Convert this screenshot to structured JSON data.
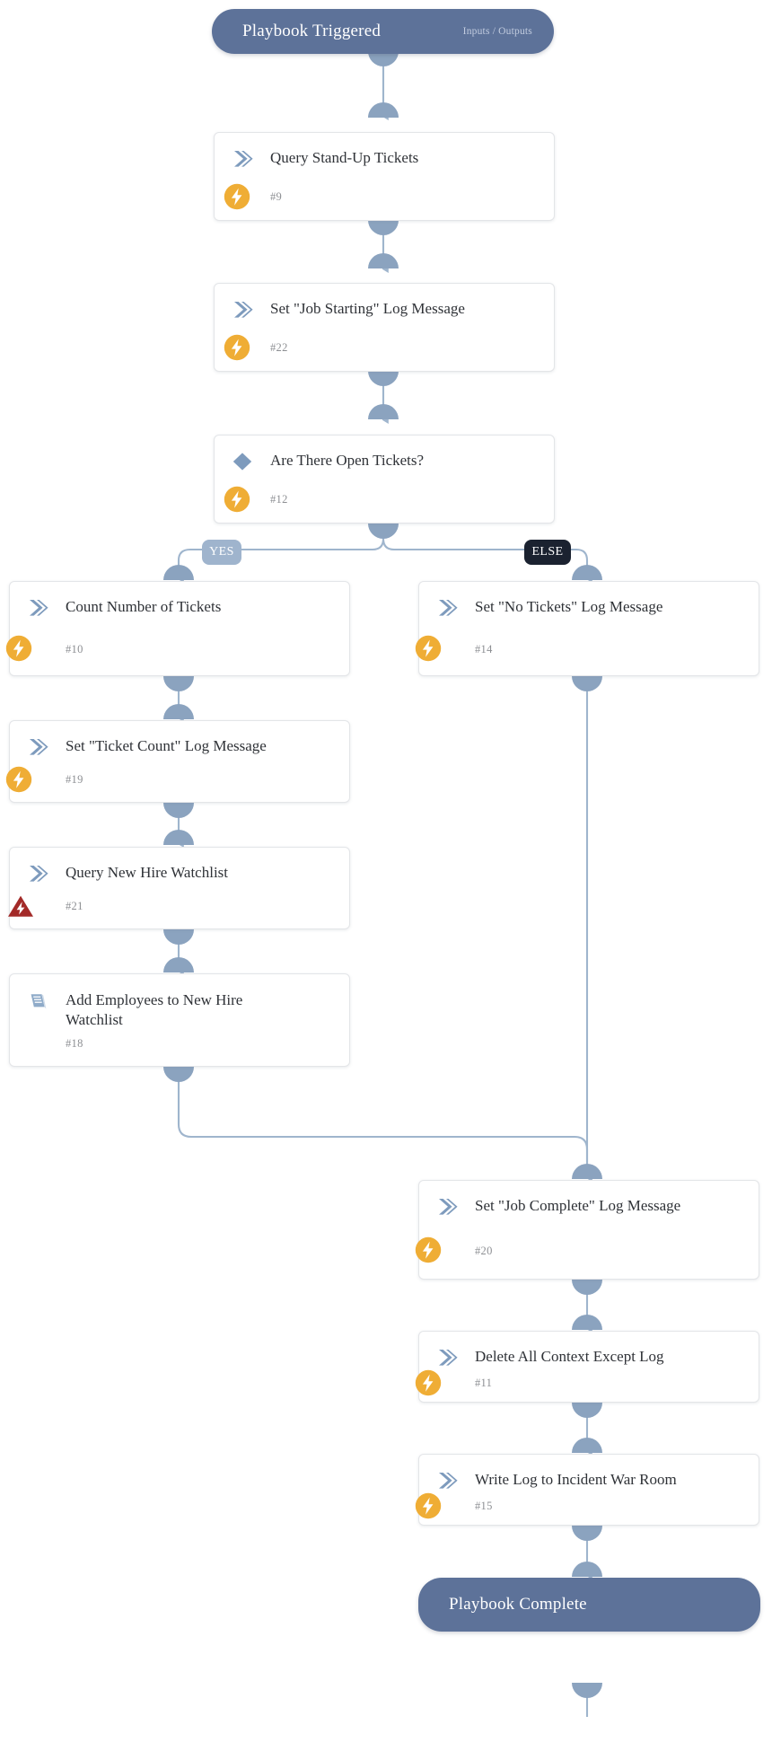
{
  "diagram": {
    "type": "playbook-flowchart",
    "colors": {
      "terminal_fill": "#5d7299",
      "terminal_text": "#ffffff",
      "terminal_subtext": "#c3cde0",
      "card_fill": "#ffffff",
      "card_border": "#e3e5e8",
      "card_title_text": "#2f3237",
      "card_id_text": "#8d8f93",
      "connector": "#8ba3bf",
      "icon_blue": "#7e9bbd",
      "badge_orange": "#efad35",
      "badge_red": "#a32a28",
      "branch_yes": "#9fb4cd",
      "branch_else": "#1b2230"
    },
    "start_node": {
      "title": "Playbook Triggered",
      "subtitle": "Inputs / Outputs"
    },
    "end_node": {
      "title": "Playbook Complete",
      "subtitle": ""
    },
    "branch_labels": {
      "yes": "YES",
      "else": "ELSE"
    },
    "nodes": [
      {
        "id": "#9",
        "title": "Query Stand-Up Tickets",
        "icon": "chevron-icon",
        "badge": "lightning-badge",
        "branch": "trunk"
      },
      {
        "id": "#22",
        "title": "Set \"Job Starting\" Log Message",
        "icon": "chevron-icon",
        "badge": "lightning-badge",
        "branch": "trunk"
      },
      {
        "id": "#12",
        "title": "Are There Open Tickets?",
        "icon": "diamond-icon",
        "badge": "lightning-badge",
        "branch": "trunk"
      },
      {
        "id": "#10",
        "title": "Count Number of Tickets",
        "icon": "chevron-icon",
        "badge": "lightning-badge",
        "branch": "yes"
      },
      {
        "id": "#19",
        "title": "Set \"Ticket Count\" Log Message",
        "icon": "chevron-icon",
        "badge": "lightning-badge",
        "branch": "yes"
      },
      {
        "id": "#21",
        "title": "Query New Hire Watchlist",
        "icon": "chevron-icon",
        "badge": "warning-badge",
        "branch": "yes"
      },
      {
        "id": "#18",
        "title": "Add Employees to New Hire Watchlist",
        "icon": "book-icon",
        "badge": "none",
        "branch": "yes"
      },
      {
        "id": "#14",
        "title": "Set \"No Tickets\" Log Message",
        "icon": "chevron-icon",
        "badge": "lightning-badge",
        "branch": "else"
      },
      {
        "id": "#20",
        "title": "Set \"Job Complete\" Log Message",
        "icon": "chevron-icon",
        "badge": "lightning-badge",
        "branch": "merge"
      },
      {
        "id": "#11",
        "title": "Delete All Context Except Log",
        "icon": "chevron-icon",
        "badge": "lightning-badge",
        "branch": "merge"
      },
      {
        "id": "#15",
        "title": "Write Log to Incident War Room",
        "icon": "chevron-icon",
        "badge": "lightning-badge",
        "branch": "merge"
      }
    ]
  }
}
